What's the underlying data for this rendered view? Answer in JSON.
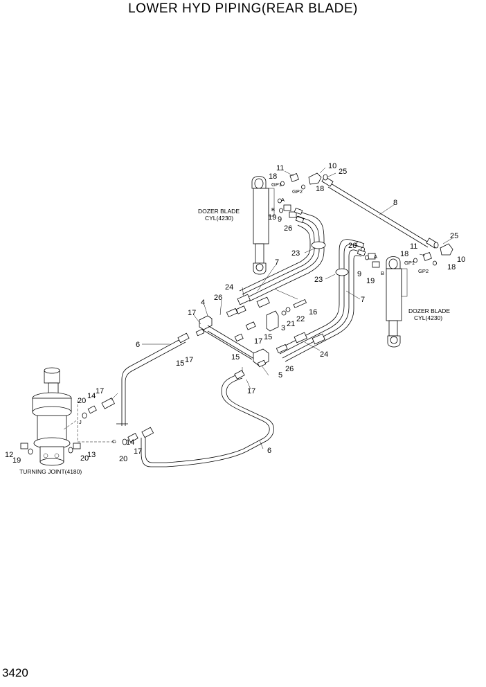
{
  "title": "LOWER HYD PIPING(REAR BLADE)",
  "page_number": "3420",
  "labels": {
    "cyl_left_l1": "DOZER BLADE",
    "cyl_left_l2": "CYL(4230)",
    "cyl_right_l1": "DOZER BLADE",
    "cyl_right_l2": "CYL(4230)",
    "turning_joint": "TURNING JOINT(4180)",
    "gp1": "GP1",
    "gp2": "GP2",
    "port_a": "A",
    "port_b": "B",
    "port_j": "J",
    "port_c": "C"
  },
  "callouts": {
    "n11a": "11",
    "n10a": "10",
    "n25a": "25",
    "n18a": "18",
    "n18b": "18",
    "n19a": "19",
    "n9a": "9",
    "n26a": "26",
    "n8": "8",
    "n23a": "23",
    "n7a": "7",
    "n24a": "24",
    "n4": "4",
    "n26b": "26",
    "n17a": "17",
    "n3": "3",
    "n16": "16",
    "n22": "22",
    "n21": "21",
    "n15a": "15",
    "n17b": "17",
    "n6a": "6",
    "n15b": "15",
    "n17c": "17",
    "n15c": "15",
    "n5": "5",
    "n26c": "26",
    "n24b": "24",
    "n17d": "17",
    "n23b": "23",
    "n7b": "7",
    "n11b": "11",
    "n25b": "25",
    "n18c": "18",
    "n10b": "10",
    "n18d": "18",
    "n26d": "26",
    "n9b": "9",
    "n19b": "19",
    "n20a": "20",
    "n14a": "14",
    "n17e": "17",
    "n14b": "14",
    "n17f": "17",
    "n20b": "20",
    "n12": "12",
    "n19c": "19",
    "n20c": "20",
    "n13": "13",
    "n6b": "6"
  }
}
